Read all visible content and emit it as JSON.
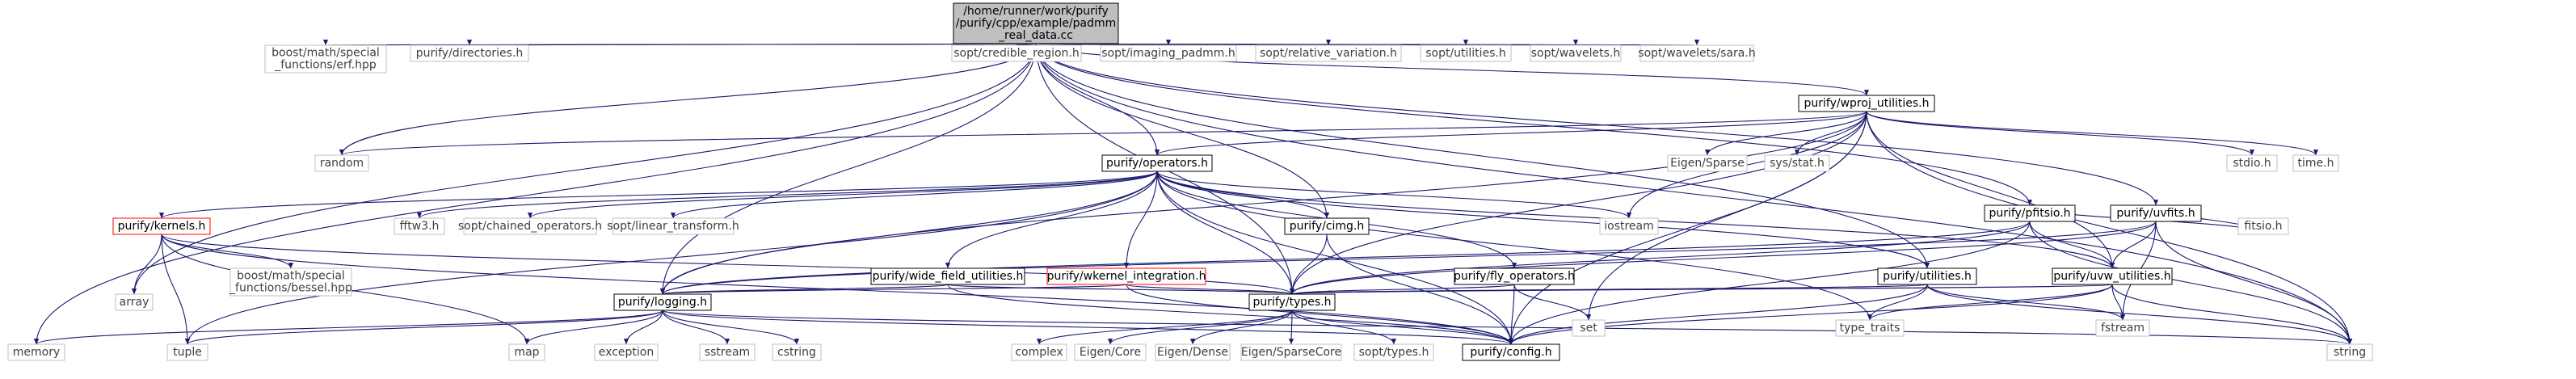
{
  "graph": {
    "colors": {
      "edge": "#191970",
      "root_fill": "#bfbfbf",
      "root_stroke": "#000000",
      "documented_stroke": "#000000",
      "undocumented_stroke": "#bfbfbf",
      "highlight_stroke": "#ff0000",
      "text": "#000000"
    },
    "nodes": [
      {
        "id": "root",
        "lines": [
          "/home/runner/work/purify",
          "/purify/cpp/example/padmm",
          "_real_data.cc"
        ],
        "style": "root"
      },
      {
        "id": "memory",
        "lines": [
          "memory"
        ],
        "style": "ext"
      },
      {
        "id": "array",
        "lines": [
          "array"
        ],
        "style": "ext"
      },
      {
        "id": "boost_erf",
        "lines": [
          "boost/math/special",
          "_functions/erf.hpp"
        ],
        "style": "ext"
      },
      {
        "id": "directories",
        "lines": [
          "purify/directories.h"
        ],
        "style": "ext"
      },
      {
        "id": "random",
        "lines": [
          "random"
        ],
        "style": "ext"
      },
      {
        "id": "credible",
        "lines": [
          "sopt/credible_region.h"
        ],
        "style": "ext"
      },
      {
        "id": "imaging_padmm",
        "lines": [
          "sopt/imaging_padmm.h"
        ],
        "style": "ext"
      },
      {
        "id": "relative_variation",
        "lines": [
          "sopt/relative_variation.h"
        ],
        "style": "ext"
      },
      {
        "id": "sopt_utilities",
        "lines": [
          "sopt/utilities.h"
        ],
        "style": "ext"
      },
      {
        "id": "sopt_wavelets",
        "lines": [
          "sopt/wavelets.h"
        ],
        "style": "ext"
      },
      {
        "id": "sopt_sara",
        "lines": [
          "sopt/wavelets/sara.h"
        ],
        "style": "ext"
      },
      {
        "id": "wproj",
        "lines": [
          "purify/wproj_utilities.h"
        ],
        "style": "doc"
      },
      {
        "id": "eigen_sparse",
        "lines": [
          "Eigen/Sparse"
        ],
        "style": "ext"
      },
      {
        "id": "sys_stat",
        "lines": [
          "sys/stat.h"
        ],
        "style": "ext"
      },
      {
        "id": "pfitsio",
        "lines": [
          "purify/pfitsio.h"
        ],
        "style": "doc"
      },
      {
        "id": "uvfits",
        "lines": [
          "purify/uvfits.h"
        ],
        "style": "doc"
      },
      {
        "id": "stdio",
        "lines": [
          "stdio.h"
        ],
        "style": "ext"
      },
      {
        "id": "time",
        "lines": [
          "time.h"
        ],
        "style": "ext"
      },
      {
        "id": "operators",
        "lines": [
          "purify/operators.h"
        ],
        "style": "doc"
      },
      {
        "id": "kernels",
        "lines": [
          "purify/kernels.h"
        ],
        "style": "hl"
      },
      {
        "id": "fftw3",
        "lines": [
          "fftw3.h"
        ],
        "style": "ext"
      },
      {
        "id": "chained",
        "lines": [
          "sopt/chained_operators.h"
        ],
        "style": "ext"
      },
      {
        "id": "linear",
        "lines": [
          "sopt/linear_transform.h"
        ],
        "style": "ext"
      },
      {
        "id": "wide_field",
        "lines": [
          "purify/wide_field_utilities.h"
        ],
        "style": "doc"
      },
      {
        "id": "wkernel",
        "lines": [
          "purify/wkernel_integration.h"
        ],
        "style": "hl"
      },
      {
        "id": "cimg",
        "lines": [
          "purify/cimg.h"
        ],
        "style": "doc"
      },
      {
        "id": "fly",
        "lines": [
          "purify/fly_operators.h"
        ],
        "style": "doc"
      },
      {
        "id": "iostream",
        "lines": [
          "iostream"
        ],
        "style": "ext"
      },
      {
        "id": "p_utilities",
        "lines": [
          "purify/utilities.h"
        ],
        "style": "doc"
      },
      {
        "id": "uvw",
        "lines": [
          "purify/uvw_utilities.h"
        ],
        "style": "doc"
      },
      {
        "id": "fitsio",
        "lines": [
          "fitsio.h"
        ],
        "style": "ext"
      },
      {
        "id": "boost_bessel",
        "lines": [
          "boost/math/special",
          "_functions/bessel.hpp"
        ],
        "style": "ext"
      },
      {
        "id": "logging",
        "lines": [
          "purify/logging.h"
        ],
        "style": "doc"
      },
      {
        "id": "types",
        "lines": [
          "purify/types.h"
        ],
        "style": "doc"
      },
      {
        "id": "set",
        "lines": [
          "set"
        ],
        "style": "ext"
      },
      {
        "id": "type_traits",
        "lines": [
          "type_traits"
        ],
        "style": "ext"
      },
      {
        "id": "fstream",
        "lines": [
          "fstream"
        ],
        "style": "ext"
      },
      {
        "id": "tuple",
        "lines": [
          "tuple"
        ],
        "style": "ext"
      },
      {
        "id": "map",
        "lines": [
          "map"
        ],
        "style": "ext"
      },
      {
        "id": "exception",
        "lines": [
          "exception"
        ],
        "style": "ext"
      },
      {
        "id": "sstream",
        "lines": [
          "sstream"
        ],
        "style": "ext"
      },
      {
        "id": "cstring",
        "lines": [
          "cstring"
        ],
        "style": "ext"
      },
      {
        "id": "complex",
        "lines": [
          "complex"
        ],
        "style": "ext"
      },
      {
        "id": "eigen_core",
        "lines": [
          "Eigen/Core"
        ],
        "style": "ext"
      },
      {
        "id": "eigen_dense",
        "lines": [
          "Eigen/Dense"
        ],
        "style": "ext"
      },
      {
        "id": "eigen_sparsecore",
        "lines": [
          "Eigen/SparseCore"
        ],
        "style": "ext"
      },
      {
        "id": "sopt_types",
        "lines": [
          "sopt/types.h"
        ],
        "style": "ext"
      },
      {
        "id": "config",
        "lines": [
          "purify/config.h"
        ],
        "style": "doc"
      },
      {
        "id": "string",
        "lines": [
          "string"
        ],
        "style": "ext"
      }
    ],
    "edges": [
      [
        "root",
        "memory"
      ],
      [
        "root",
        "array"
      ],
      [
        "root",
        "boost_erf"
      ],
      [
        "root",
        "directories"
      ],
      [
        "root",
        "random"
      ],
      [
        "root",
        "credible"
      ],
      [
        "root",
        "imaging_padmm"
      ],
      [
        "root",
        "relative_variation"
      ],
      [
        "root",
        "sopt_utilities"
      ],
      [
        "root",
        "sopt_wavelets"
      ],
      [
        "root",
        "sopt_sara"
      ],
      [
        "root",
        "wproj"
      ],
      [
        "root",
        "pfitsio"
      ],
      [
        "root",
        "uvfits"
      ],
      [
        "root",
        "operators"
      ],
      [
        "root",
        "cimg"
      ],
      [
        "root",
        "p_utilities"
      ],
      [
        "root",
        "logging"
      ],
      [
        "root",
        "types"
      ],
      [
        "root",
        "string"
      ],
      [
        "wproj",
        "random"
      ],
      [
        "wproj",
        "eigen_sparse"
      ],
      [
        "wproj",
        "sys_stat"
      ],
      [
        "wproj",
        "stdio"
      ],
      [
        "wproj",
        "time"
      ],
      [
        "wproj",
        "operators"
      ],
      [
        "wproj",
        "iostream"
      ],
      [
        "wproj",
        "set"
      ],
      [
        "wproj",
        "uvw"
      ],
      [
        "wproj",
        "logging"
      ],
      [
        "wproj",
        "types"
      ],
      [
        "wproj",
        "config"
      ],
      [
        "wproj",
        "string"
      ],
      [
        "pfitsio",
        "fitsio"
      ],
      [
        "pfitsio",
        "uvw"
      ],
      [
        "pfitsio",
        "logging"
      ],
      [
        "pfitsio",
        "types"
      ],
      [
        "pfitsio",
        "string"
      ],
      [
        "pfitsio",
        "config"
      ],
      [
        "uvfits",
        "fitsio"
      ],
      [
        "uvfits",
        "uvw"
      ],
      [
        "uvfits",
        "logging"
      ],
      [
        "uvfits",
        "types"
      ],
      [
        "uvfits",
        "fstream"
      ],
      [
        "uvfits",
        "string"
      ],
      [
        "operators",
        "kernels"
      ],
      [
        "operators",
        "fftw3"
      ],
      [
        "operators",
        "chained"
      ],
      [
        "operators",
        "linear"
      ],
      [
        "operators",
        "wide_field"
      ],
      [
        "operators",
        "wkernel"
      ],
      [
        "operators",
        "cimg"
      ],
      [
        "operators",
        "fly"
      ],
      [
        "operators",
        "iostream"
      ],
      [
        "operators",
        "p_utilities"
      ],
      [
        "operators",
        "uvw"
      ],
      [
        "operators",
        "logging"
      ],
      [
        "operators",
        "types"
      ],
      [
        "operators",
        "tuple"
      ],
      [
        "operators",
        "type_traits"
      ],
      [
        "operators",
        "config"
      ],
      [
        "kernels",
        "array"
      ],
      [
        "kernels",
        "tuple"
      ],
      [
        "kernels",
        "map"
      ],
      [
        "kernels",
        "boost_bessel"
      ],
      [
        "kernels",
        "types"
      ],
      [
        "kernels",
        "config"
      ],
      [
        "wide_field",
        "logging"
      ],
      [
        "wide_field",
        "types"
      ],
      [
        "wide_field",
        "config"
      ],
      [
        "wkernel",
        "logging"
      ],
      [
        "wkernel",
        "types"
      ],
      [
        "wkernel",
        "config"
      ],
      [
        "cimg",
        "types"
      ],
      [
        "cimg",
        "config"
      ],
      [
        "fly",
        "types"
      ],
      [
        "fly",
        "set"
      ],
      [
        "fly",
        "config"
      ],
      [
        "p_utilities",
        "types"
      ],
      [
        "p_utilities",
        "type_traits"
      ],
      [
        "p_utilities",
        "fstream"
      ],
      [
        "p_utilities",
        "string"
      ],
      [
        "p_utilities",
        "config"
      ],
      [
        "uvw",
        "types"
      ],
      [
        "uvw",
        "type_traits"
      ],
      [
        "uvw",
        "fstream"
      ],
      [
        "uvw",
        "string"
      ],
      [
        "uvw",
        "config"
      ],
      [
        "logging",
        "memory"
      ],
      [
        "logging",
        "tuple"
      ],
      [
        "logging",
        "map"
      ],
      [
        "logging",
        "exception"
      ],
      [
        "logging",
        "sstream"
      ],
      [
        "logging",
        "cstring"
      ],
      [
        "logging",
        "string"
      ],
      [
        "logging",
        "config"
      ],
      [
        "types",
        "complex"
      ],
      [
        "types",
        "eigen_core"
      ],
      [
        "types",
        "eigen_dense"
      ],
      [
        "types",
        "eigen_sparsecore"
      ],
      [
        "types",
        "sopt_types"
      ],
      [
        "types",
        "config"
      ]
    ]
  }
}
